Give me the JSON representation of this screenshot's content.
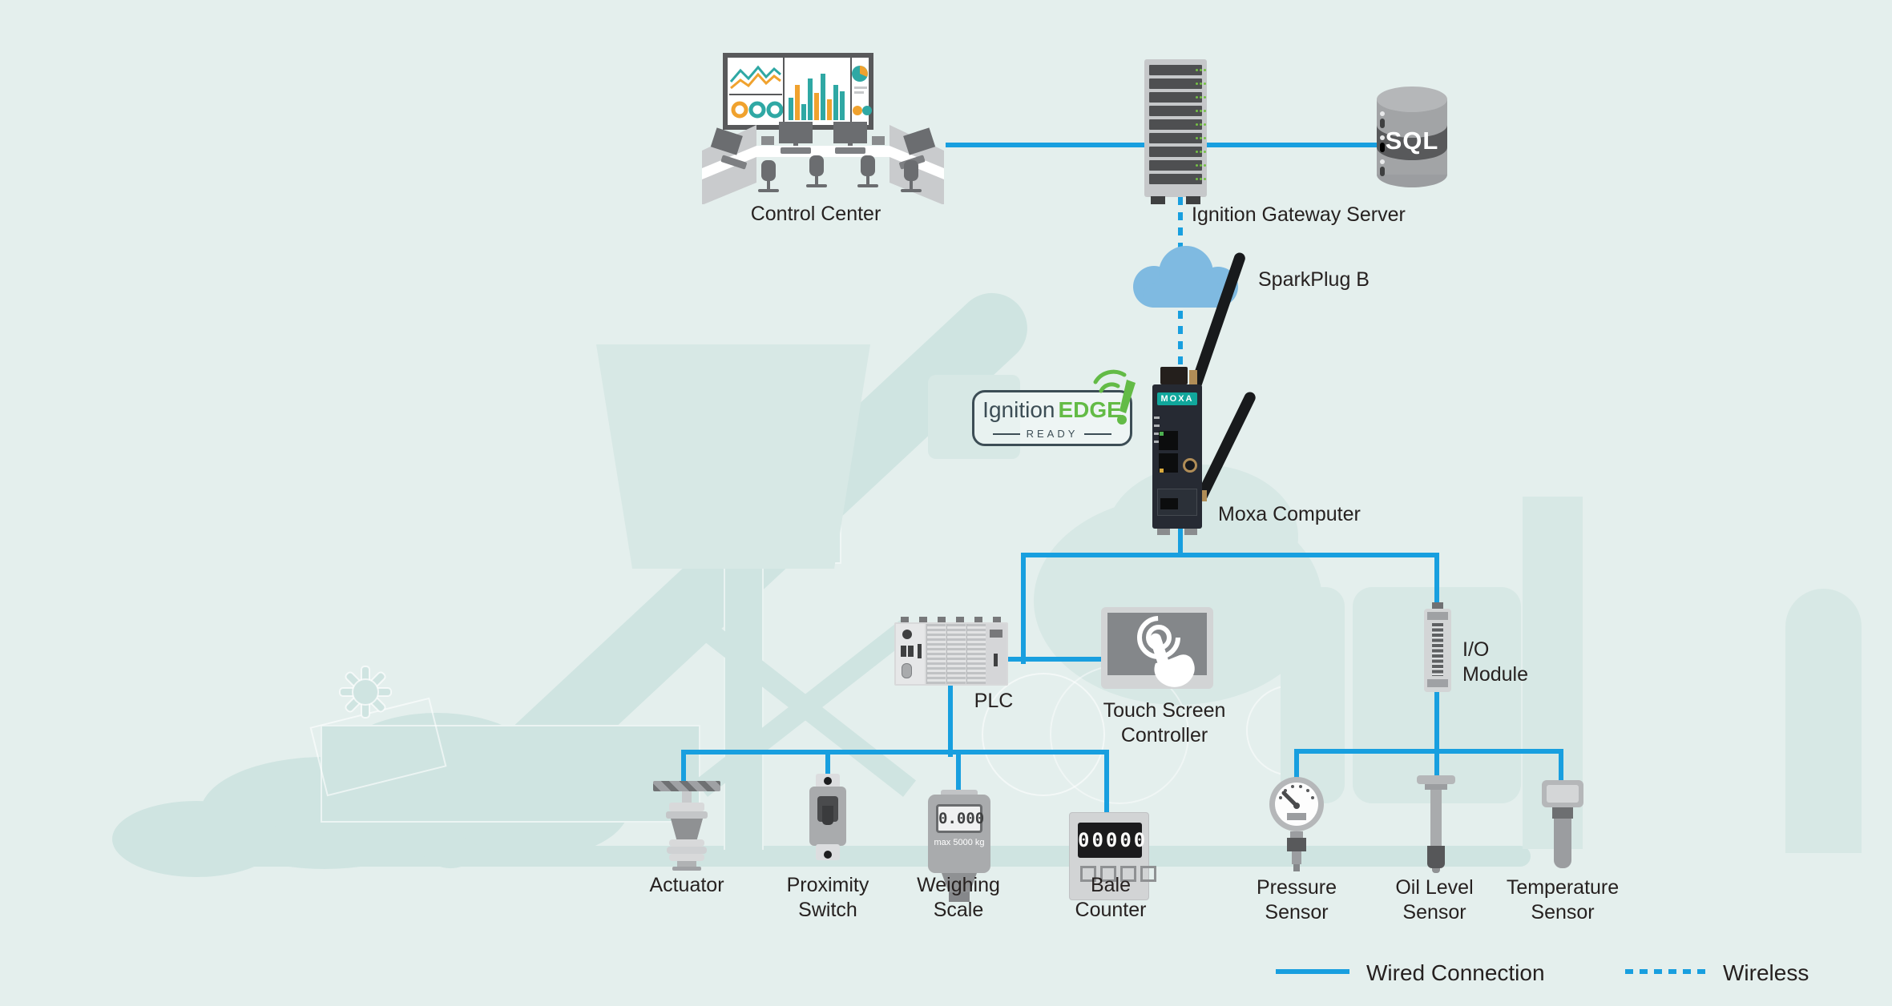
{
  "colors": {
    "background": "#e4efed",
    "wire": "#189fdf",
    "watermark": "#cfe4e1",
    "watermark_light": "#d7e8e5",
    "text": "#262120",
    "cloud": "#7fbae1",
    "green": "#63bb46"
  },
  "nodes": {
    "control_center": {
      "label": "Control Center"
    },
    "gateway_server": {
      "label": "Ignition Gateway Server"
    },
    "sql": {
      "label": "SQL"
    },
    "cloud": {
      "label": "SparkPlug B"
    },
    "moxa": {
      "label": "Moxa Computer",
      "brand": "MOXA"
    },
    "edge_badge": {
      "brand": "Ignition",
      "product": "EDGE",
      "status": "READY"
    },
    "plc": {
      "label": "PLC"
    },
    "touch_screen": {
      "label": "Touch Screen Controller"
    },
    "io_module": {
      "label": "I/O Module"
    },
    "actuator": {
      "label": "Actuator"
    },
    "proximity_switch": {
      "label": "Proximity Switch"
    },
    "weighing_scale": {
      "label": "Weighing Scale",
      "display": "0.000",
      "capacity": "max 5000 kg"
    },
    "bale_counter": {
      "label": "Bale Counter",
      "display": "00000"
    },
    "pressure_sensor": {
      "label": "Pressure Sensor"
    },
    "oil_level_sensor": {
      "label": "Oil Level Sensor"
    },
    "temperature_sensor": {
      "label": "Temperature Sensor"
    }
  },
  "legend": {
    "wired": "Wired Connection",
    "wireless": "Wireless"
  }
}
